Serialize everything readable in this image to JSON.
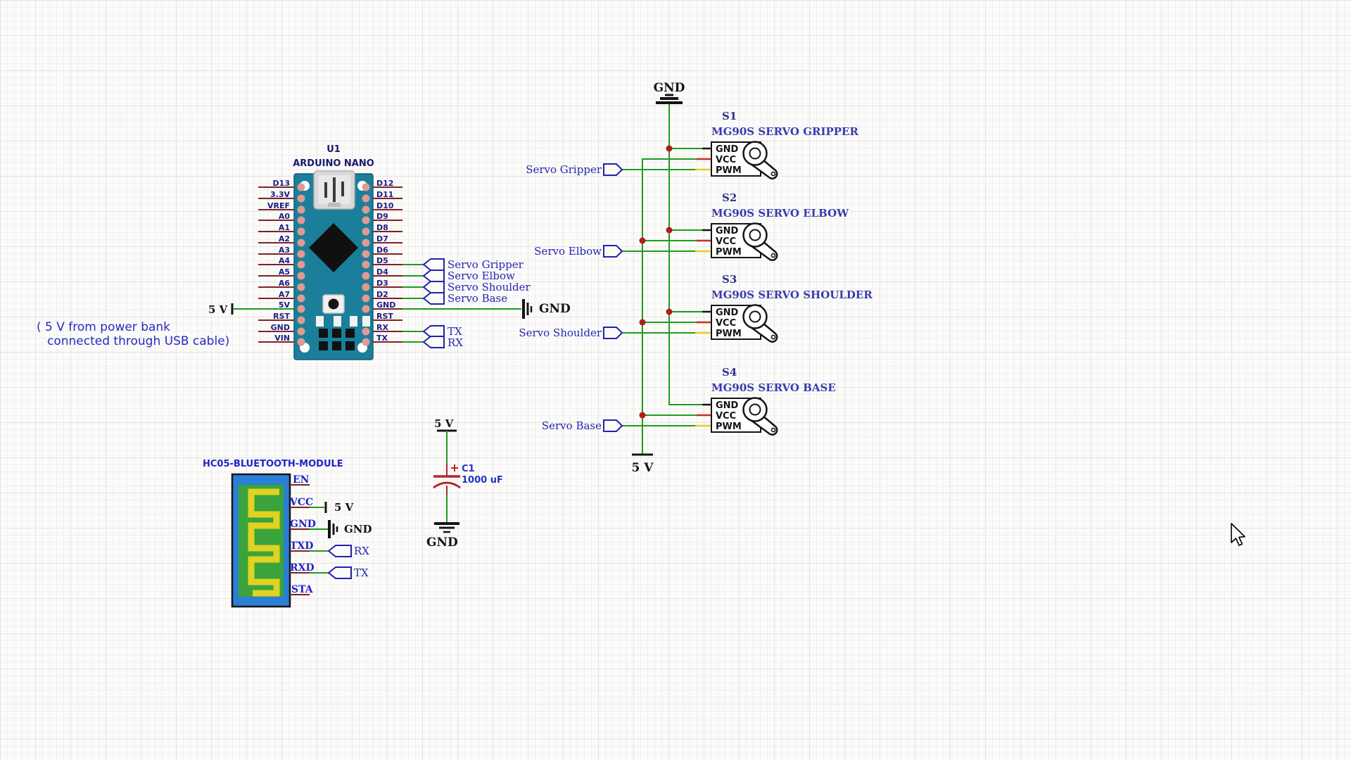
{
  "annotation": {
    "line1": "( 5 V from power bank",
    "line2": "connected through USB cable)"
  },
  "arduino": {
    "ref": "U1",
    "name": "ARDUINO NANO",
    "left_pins": [
      "D13",
      "3.3V",
      "VREF",
      "A0",
      "A1",
      "A2",
      "A3",
      "A4",
      "A5",
      "A6",
      "A7",
      "5V",
      "RST",
      "GND",
      "VIN"
    ],
    "right_pins": [
      "D12",
      "D11",
      "D10",
      "D9",
      "D8",
      "D7",
      "D6",
      "D5",
      "D4",
      "D3",
      "D2",
      "GND",
      "RST",
      "RX",
      "TX"
    ],
    "left_power_label": "5 V",
    "right_gnd_label": "GND",
    "signal_tags": [
      "Servo Gripper",
      "Servo Elbow",
      "Servo Shoulder",
      "Servo Base"
    ],
    "uart_tags": [
      "TX",
      "RX"
    ]
  },
  "servo_bus": {
    "gnd_label": "GND",
    "v5_label": "5 V",
    "tags": [
      "Servo Gripper",
      "Servo Elbow",
      "Servo Shoulder",
      "Servo Base"
    ]
  },
  "servos": [
    {
      "ref": "S1",
      "name": "MG90S SERVO GRIPPER",
      "pins": [
        "GND",
        "VCC",
        "PWM"
      ]
    },
    {
      "ref": "S2",
      "name": "MG90S SERVO ELBOW",
      "pins": [
        "GND",
        "VCC",
        "PWM"
      ]
    },
    {
      "ref": "S3",
      "name": "MG90S SERVO SHOULDER",
      "pins": [
        "GND",
        "VCC",
        "PWM"
      ]
    },
    {
      "ref": "S4",
      "name": "MG90S SERVO BASE",
      "pins": [
        "GND",
        "VCC",
        "PWM"
      ]
    }
  ],
  "capacitor": {
    "ref": "C1",
    "value": "1000 uF",
    "top_label": "5 V",
    "bottom_label": "GND"
  },
  "bluetooth": {
    "title": "HC05-BLUETOOTH-MODULE",
    "pins": [
      "EN",
      "VCC",
      "GND",
      "TXD",
      "RXD",
      "STA"
    ],
    "vcc_label": "5 V",
    "gnd_label": "GND",
    "txd_tag": "RX",
    "rxd_tag": "TX"
  },
  "colors": {
    "wire_green": "#1f9b1f",
    "pin_stub_red": "#7f2222",
    "vcc_red": "#cc2a2a",
    "pwm_yellow": "#e3cf1d",
    "junction_dot": "#b01c1c",
    "net_text_blue": "#2525b5",
    "board_teal": "#1b7f9b"
  }
}
